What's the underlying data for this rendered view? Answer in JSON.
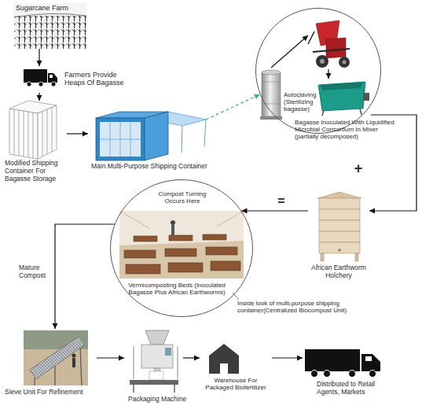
{
  "diagram": {
    "nodes": [
      {
        "text": [
          "Sugarcane Farm"
        ]
      },
      {
        "text": [
          "Farmers Provide Heaps Of Bagasse"
        ]
      },
      {
        "text": [
          "Modified Shipping Container For Bagasse Storage"
        ]
      },
      {
        "text": [
          "Main Multi-Purpose Shipping Container"
        ]
      },
      {
        "text": []
      },
      {
        "text": [
          "Autoclaving (Sterilizing bagasse)"
        ],
        "in": 4
      },
      {
        "text": [],
        "in": 4
      },
      {
        "text": [
          "Bagasse Inoculated With Liquidified Microbial Consortium In Mixer (partially decomposed)"
        ],
        "in": 4
      },
      {
        "text": [
          "African Earthworm Holchery"
        ]
      },
      {
        "text": [
          "Compost Turning Occurs Here",
          "Vermicomposting Beds (Inoculated Bagasse Plus African Earthworms)",
          "Inside look of multi-purpose shipping container(Centralized Biocompost Unit)"
        ]
      },
      {
        "text": [
          "Sieve Unit For Refinement"
        ]
      },
      {
        "text": [
          "Packaging Machine"
        ]
      },
      {
        "text": [
          "Warehouse For Packaged Biofertilizer"
        ]
      },
      {
        "text": [
          "Distributed to Retail Agents, Markets"
        ]
      }
    ],
    "edges": [
      {
        "from": 0,
        "to": 1,
        "arrow": "to"
      },
      {
        "from": 1,
        "to": 2,
        "arrow": "to"
      },
      {
        "from": 2,
        "to": 3,
        "arrow": "to"
      },
      {
        "from": 3,
        "to": 4,
        "arrow": "to"
      },
      {
        "from": 5,
        "to": 6,
        "arrow": "to"
      },
      {
        "from": 6,
        "to": 7,
        "arrow": "to"
      },
      {
        "from": 7,
        "to": 8,
        "arrow": "to"
      },
      {
        "from": 8,
        "to": 9,
        "arrow": "to"
      },
      {
        "from": 9,
        "to": 10,
        "label": "Mature Compost",
        "arrow": "to"
      },
      {
        "from": 10,
        "to": 11,
        "arrow": "to"
      },
      {
        "from": 11,
        "to": 12,
        "arrow": "to"
      },
      {
        "from": 12,
        "to": 13,
        "arrow": "to"
      }
    ],
    "labels": [
      "+",
      "="
    ]
  }
}
